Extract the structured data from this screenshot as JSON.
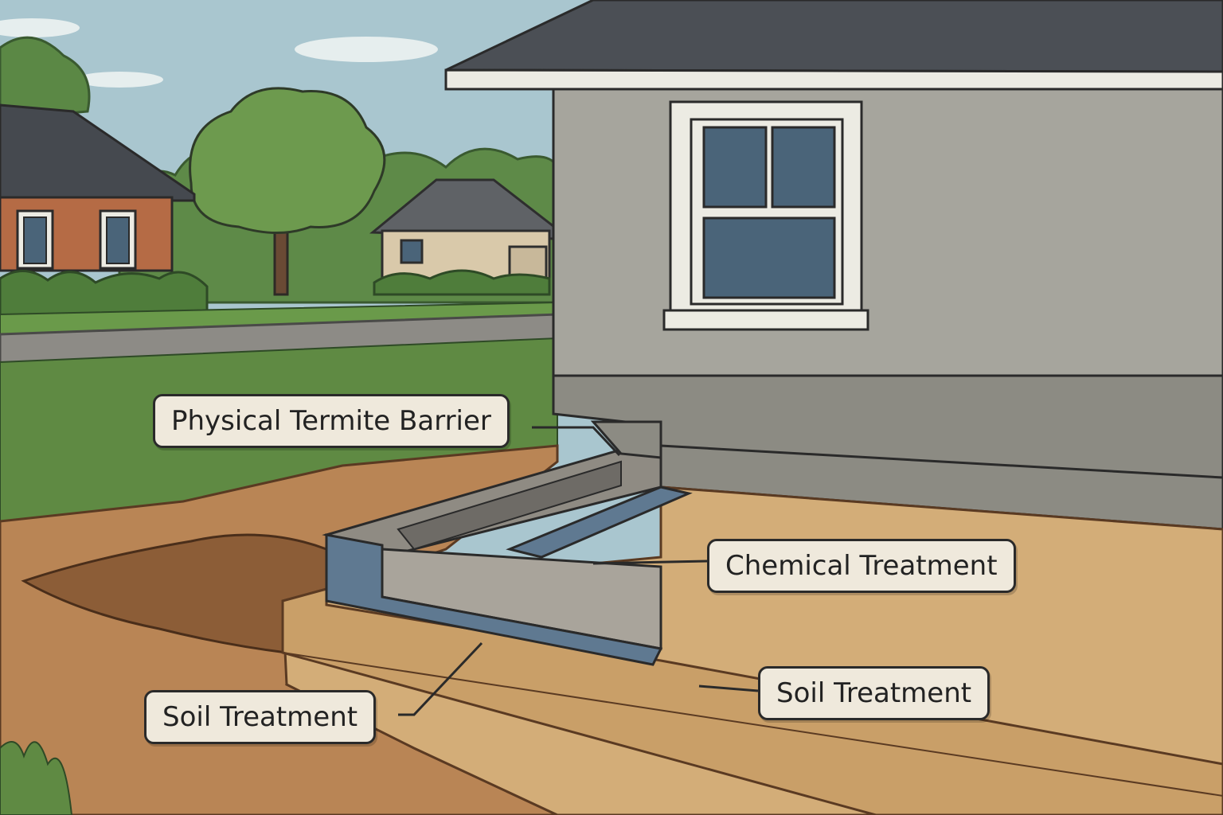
{
  "labels": {
    "physical_barrier": "Physical Termite Barrier",
    "chemical_treatment": "Chemical Treatment",
    "soil_treatment_right": "Soil Treatment",
    "soil_treatment_left": "Soil Treatment"
  },
  "colors": {
    "sky": "#a9c6cf",
    "house_siding": "#a6a59d",
    "house_dark": "#8c8b83",
    "roof": "#4b4f55",
    "window_glass": "#4a6479",
    "window_trim": "#ecebe3",
    "barrier_metal": "#5f7991",
    "concrete": "#a9a49b",
    "treated_soil": "#d3ad78",
    "trench_soil": "#9e6f44",
    "grass": "#5f8a43",
    "road": "#8d8b86",
    "brick": "#b56b45",
    "label_fill": "#efe9dc",
    "outline": "#2a2a2a"
  }
}
